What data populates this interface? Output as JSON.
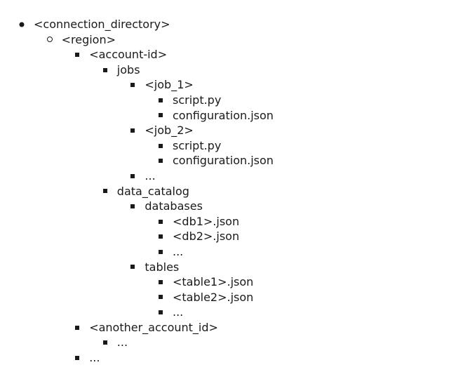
{
  "tree": [
    {
      "text": "<connection_directory>",
      "level": 0,
      "marker": "disc"
    },
    {
      "text": "<region>",
      "level": 1,
      "marker": "circle"
    },
    {
      "text": "<account-id>",
      "level": 2,
      "marker": "square"
    },
    {
      "text": "jobs",
      "level": 3,
      "marker": "square"
    },
    {
      "text": "<job_1>",
      "level": 4,
      "marker": "square"
    },
    {
      "text": "script.py",
      "level": 5,
      "marker": "square"
    },
    {
      "text": "configuration.json",
      "level": 5,
      "marker": "square"
    },
    {
      "text": "<job_2>",
      "level": 4,
      "marker": "square"
    },
    {
      "text": "script.py",
      "level": 5,
      "marker": "square"
    },
    {
      "text": "configuration.json",
      "level": 5,
      "marker": "square"
    },
    {
      "text": "...",
      "level": 4,
      "marker": "square"
    },
    {
      "text": "data_catalog",
      "level": 3,
      "marker": "square"
    },
    {
      "text": "databases",
      "level": 4,
      "marker": "square"
    },
    {
      "text": "<db1>.json",
      "level": 5,
      "marker": "square"
    },
    {
      "text": "<db2>.json",
      "level": 5,
      "marker": "square"
    },
    {
      "text": "...",
      "level": 5,
      "marker": "square"
    },
    {
      "text": "tables",
      "level": 4,
      "marker": "square"
    },
    {
      "text": "<table1>.json",
      "level": 5,
      "marker": "square"
    },
    {
      "text": "<table2>.json",
      "level": 5,
      "marker": "square"
    },
    {
      "text": "...",
      "level": 5,
      "marker": "square"
    },
    {
      "text": "<another_account_id>",
      "level": 2,
      "marker": "square"
    },
    {
      "text": "...",
      "level": 3,
      "marker": "square"
    },
    {
      "text": "...",
      "level": 2,
      "marker": "square"
    }
  ]
}
